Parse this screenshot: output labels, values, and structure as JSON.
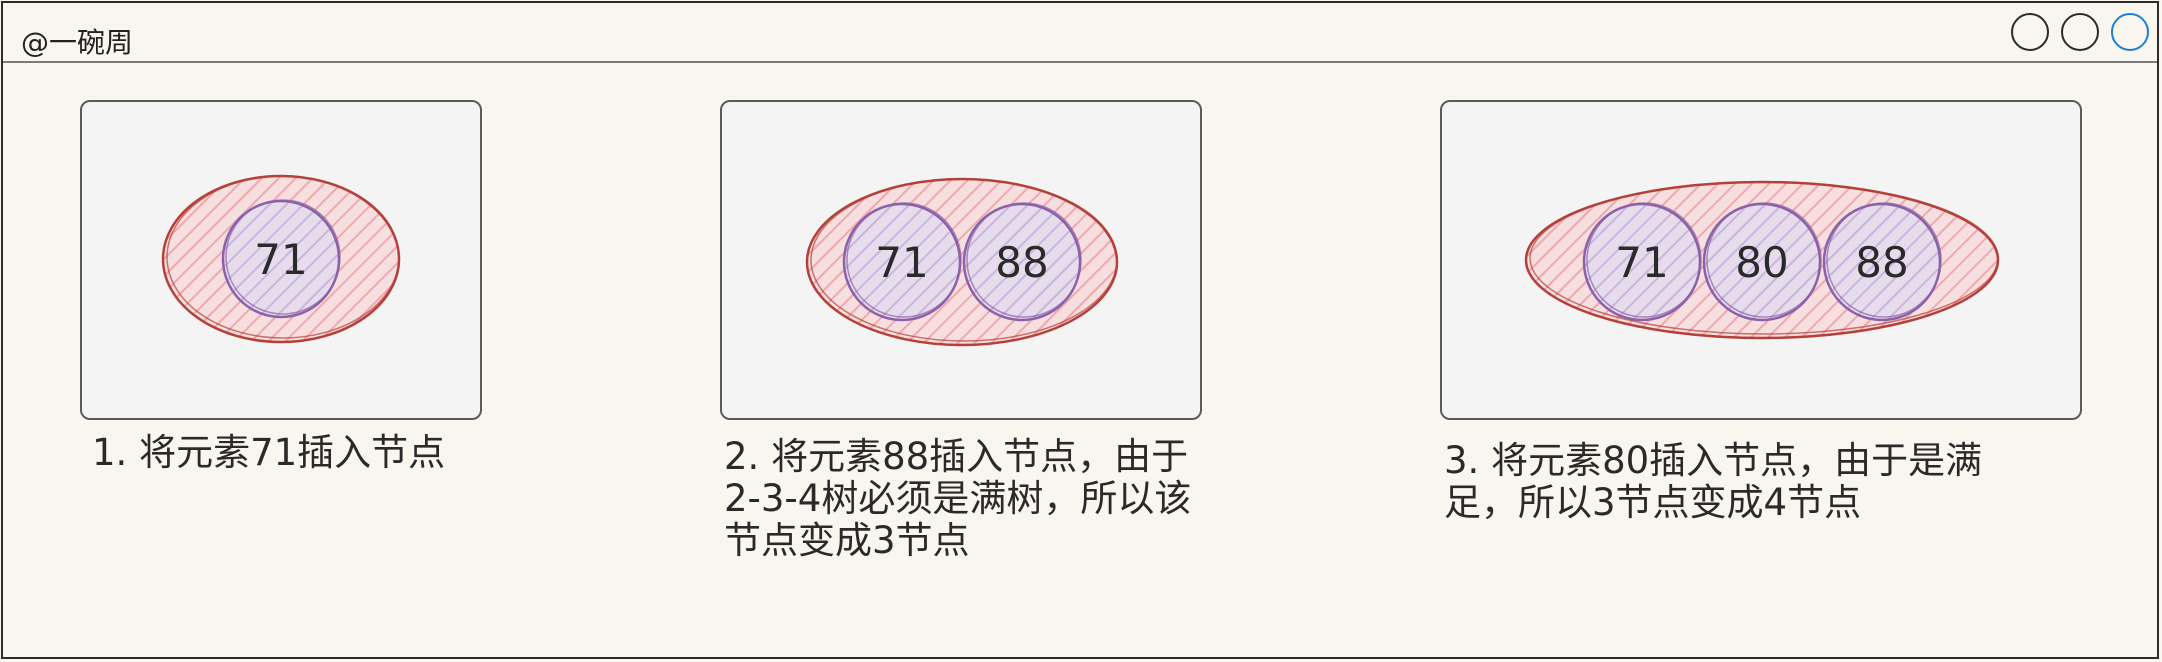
{
  "window": {
    "title": "@一碗周"
  },
  "steps": [
    {
      "caption": "1. 将元素71插入节点",
      "keys": [
        "71"
      ]
    },
    {
      "caption": "2. 将元素88插入节点，由于2-3-4树必须是满树，所以该节点变成3节点",
      "keys": [
        "71",
        "88"
      ]
    },
    {
      "caption": "3. 将元素80插入节点，由于是满足，所以3节点变成4节点",
      "keys": [
        "71",
        "80",
        "88"
      ]
    }
  ],
  "colors": {
    "node_outline": "#b5403a",
    "node_fill": "#f0b9bd",
    "key_outline": "#8b62a8",
    "key_fill": "#cdbbe0"
  }
}
